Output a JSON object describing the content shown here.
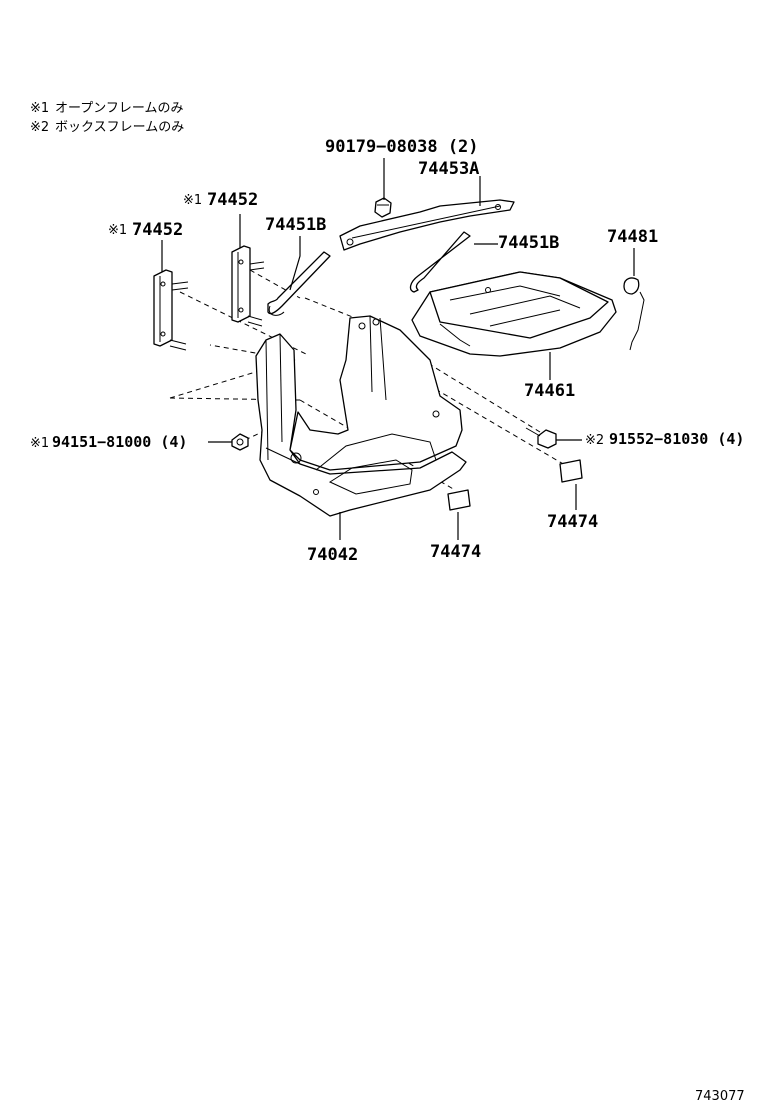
{
  "notes": [
    {
      "mark": "※1",
      "text": "オープンフレームのみ"
    },
    {
      "mark": "※2",
      "text": "ボックスフレームのみ"
    }
  ],
  "labels": {
    "bolt_90179": "90179−08038 (2)",
    "clamp_74453a": "74453A",
    "bracket_left": "74452",
    "bracket_right": "74452",
    "hold_bolt_left": "74451B",
    "hold_bolt_right": "74451B",
    "cover_74481": "74481",
    "tray_74461": "74461",
    "nut_94151": "94151−81000 (4)",
    "bolt_91552": "91552−81030 (4)",
    "pad_right": "74474",
    "pad_left": "74474",
    "carrier_74042": "74042"
  },
  "marks": {
    "open_frame": "※1",
    "box_frame": "※2"
  },
  "figure_number": "743077"
}
